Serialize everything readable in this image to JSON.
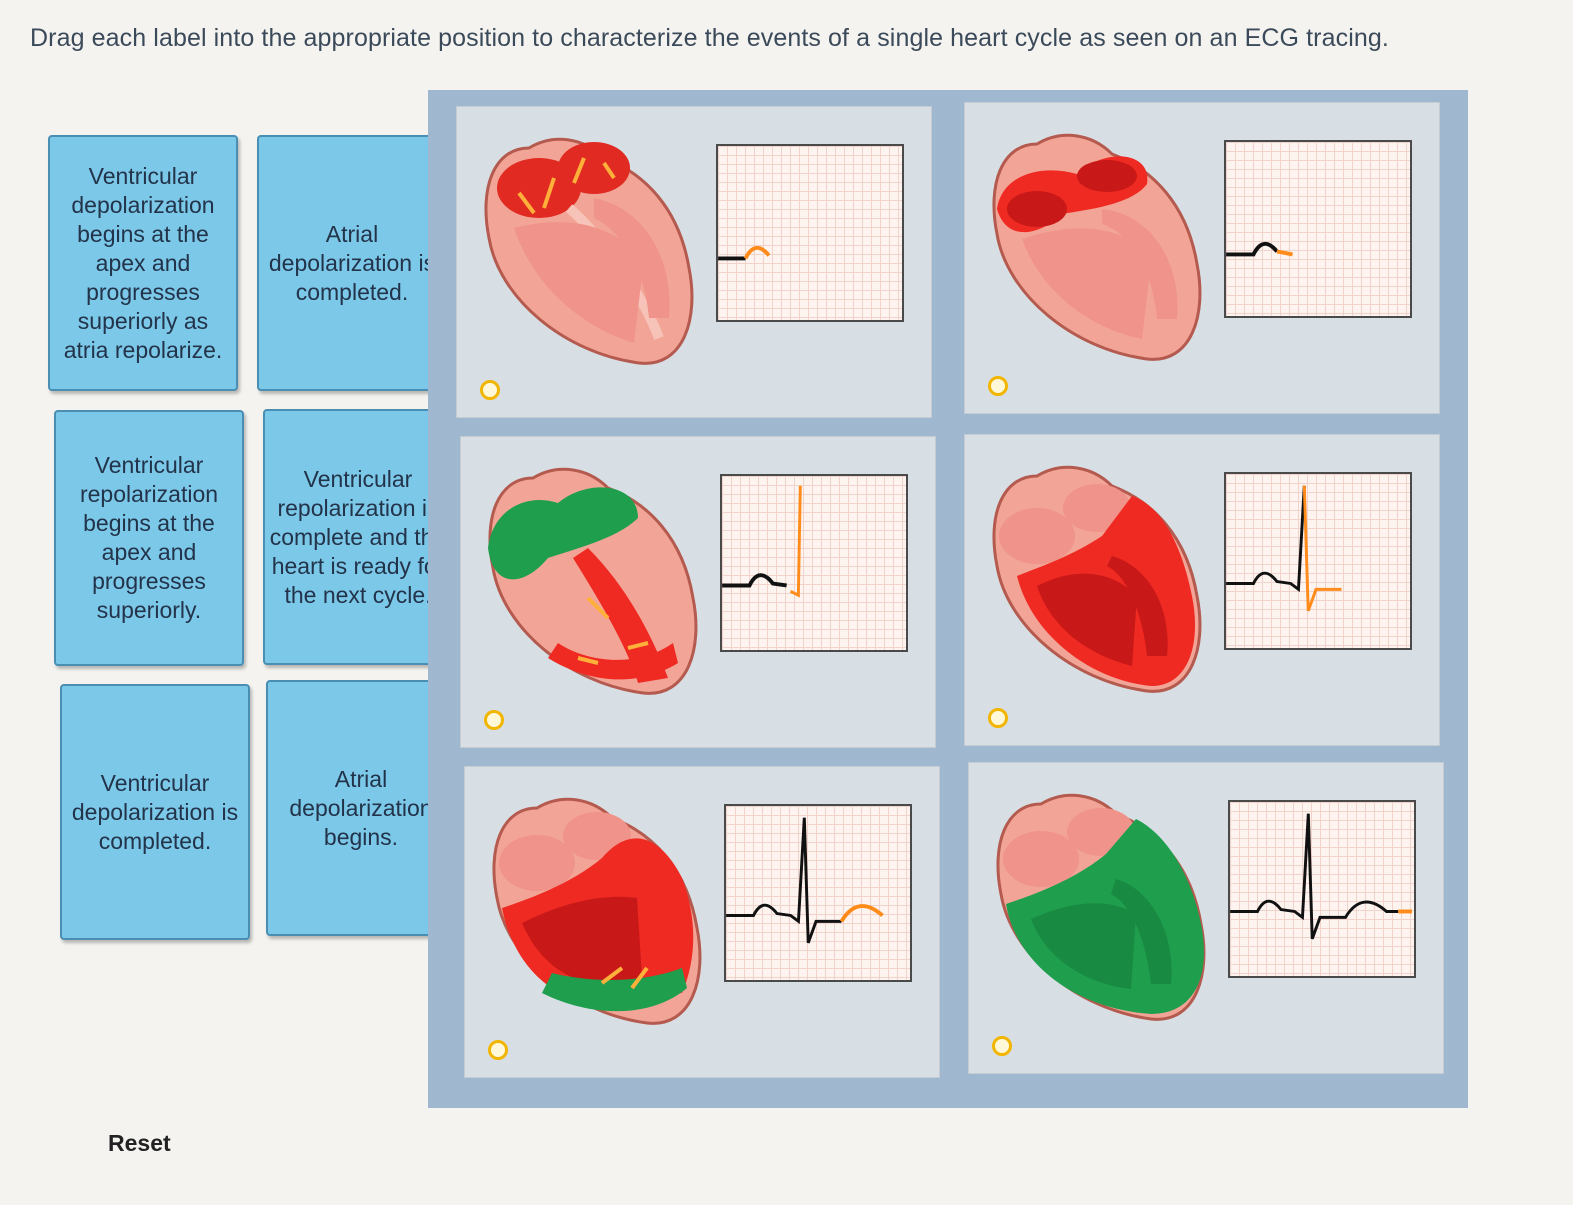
{
  "instructions": "Drag each label into the appropriate position to characterize the events of a single heart cycle as seen on an ECG tracing.",
  "labels": [
    {
      "id": "vdep-begins",
      "text": "Ventricular depolarization begins at the apex and progresses superiorly as atria repolarize."
    },
    {
      "id": "adep-completed",
      "text": "Atrial depolarization is completed."
    },
    {
      "id": "vrep-begins",
      "text": "Ventricular repolarization begins at the apex and progresses superiorly."
    },
    {
      "id": "vrep-complete",
      "text": "Ventricular repolarization is complete and the heart is ready for the next cycle."
    },
    {
      "id": "vdep-completed",
      "text": "Ventricular depolarization is completed."
    },
    {
      "id": "adep-begins",
      "text": "Atrial depolarization begins."
    }
  ],
  "reset_label": "Reset",
  "colors": {
    "tile_bg": "#7cc8e8",
    "board_bg": "#9fb8cf",
    "panel_bg": "#d7dfe4",
    "heart_base": "#f2a596",
    "heart_red": "#ee2a22",
    "heart_dark_red": "#d61d1d",
    "heart_green": "#1f9e4e",
    "ecg_orange": "#ff8c1a",
    "drop_dot": "#f2b600"
  },
  "panels": [
    {
      "id": "panel-1",
      "ecg_stage": "p-wave-start"
    },
    {
      "id": "panel-2",
      "ecg_stage": "p-wave-complete"
    },
    {
      "id": "panel-3",
      "ecg_stage": "qrs-begin"
    },
    {
      "id": "panel-4",
      "ecg_stage": "qrs-complete"
    },
    {
      "id": "panel-5",
      "ecg_stage": "t-wave-start"
    },
    {
      "id": "panel-6",
      "ecg_stage": "t-wave-complete"
    }
  ]
}
